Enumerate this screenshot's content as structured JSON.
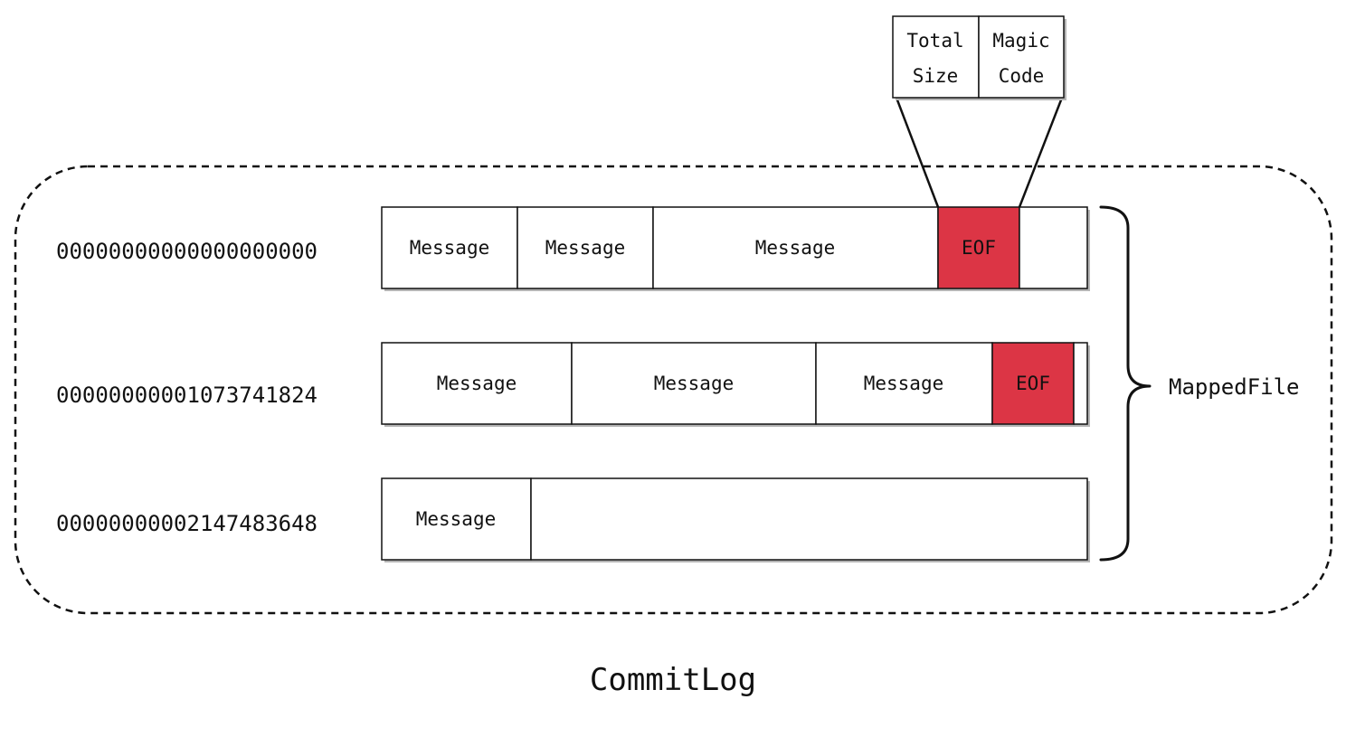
{
  "title": "CommitLog",
  "mapped_file_label": "MappedFile",
  "colors": {
    "eof": "#dc3545",
    "stroke": "#111111",
    "shadow": "#b5b5b5",
    "fill": "#ffffff"
  },
  "eof_detail": {
    "total_size": [
      "Total",
      "Size"
    ],
    "magic_code": [
      "Magic",
      "Code"
    ]
  },
  "files": [
    {
      "offset": "00000000000000000000",
      "blocks": [
        {
          "label": "Message",
          "type": "message"
        },
        {
          "label": "Message",
          "type": "message"
        },
        {
          "label": "Message",
          "type": "message"
        },
        {
          "label": "EOF",
          "type": "eof"
        },
        {
          "label": "",
          "type": "empty"
        }
      ]
    },
    {
      "offset": "00000000001073741824",
      "blocks": [
        {
          "label": "Message",
          "type": "message"
        },
        {
          "label": "Message",
          "type": "message"
        },
        {
          "label": "Message",
          "type": "message"
        },
        {
          "label": "EOF",
          "type": "eof"
        },
        {
          "label": "",
          "type": "empty"
        }
      ]
    },
    {
      "offset": "00000000002147483648",
      "blocks": [
        {
          "label": "Message",
          "type": "message"
        },
        {
          "label": "",
          "type": "empty"
        }
      ]
    }
  ]
}
